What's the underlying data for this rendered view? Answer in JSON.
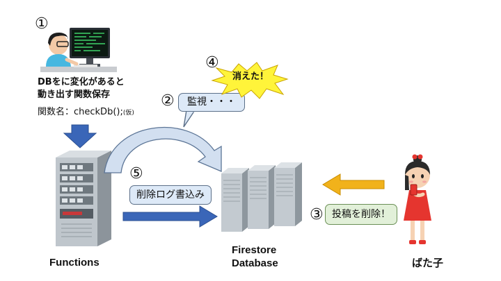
{
  "steps": {
    "s1": "①",
    "s2": "②",
    "s3": "③",
    "s4": "④",
    "s5": "⑤"
  },
  "developer": {
    "desc_line1": "DBをに変化があると",
    "desc_line2": "動き出す関数保存",
    "func_name": "関数名：checkDb();",
    "func_note": "(仮)"
  },
  "bubbles": {
    "watch": "監視・・・",
    "vanished": "消えた！",
    "write_log": "削除ログ書込み",
    "delete_post": "投稿を削除！"
  },
  "labels": {
    "functions": "Functions",
    "firestore_line1": "Firestore",
    "firestore_line2": "Database",
    "user": "ばた子"
  },
  "colors": {
    "blue_arrow": "#3a66b8",
    "orange_arrow": "#f1b21b",
    "curved_arrow_fill": "#d2dff0",
    "curved_arrow_stroke": "#5c7596",
    "burst_fill": "#fff43a"
  }
}
